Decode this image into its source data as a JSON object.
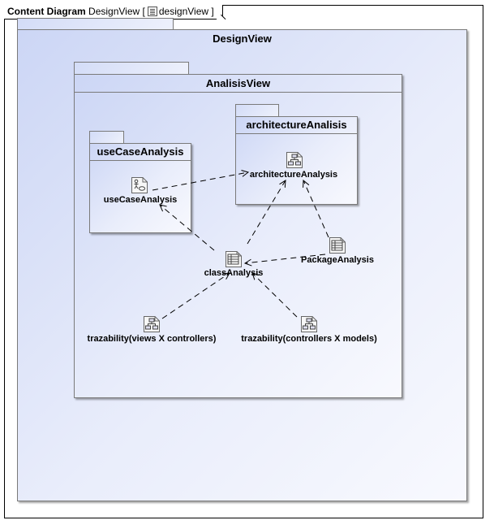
{
  "frame": {
    "kind": "Content Diagram",
    "name": "DesignView",
    "open_bracket": "[",
    "diagram_name": "designView",
    "close_bracket": "]"
  },
  "packages": {
    "design_view": "DesignView",
    "analisis_view": "AnalisisView",
    "use_case_analysis": "useCaseAnalysis",
    "architecture_analisis": "architectureAnalisis"
  },
  "nodes": {
    "use_case_analysis": {
      "label": "useCaseAnalysis",
      "icon": "use-case-diagram-icon"
    },
    "architecture_analysis": {
      "label": "architectureAnalysis",
      "icon": "class-diagram-icon"
    },
    "class_analysis": {
      "label": "classAnalysis",
      "icon": "table-icon"
    },
    "package_analysis": {
      "label": "PackageAnalysis",
      "icon": "table-icon"
    },
    "trazability_views": {
      "label": "trazability(views X controllers)",
      "icon": "class-diagram-icon"
    },
    "trazability_controllers": {
      "label": "trazability(controllers X models)",
      "icon": "class-diagram-icon"
    }
  },
  "colors": {
    "package_fill_top": "#ccd6f5",
    "package_fill_bottom": "#f8f9fe",
    "package_border": "#7a7a7a",
    "link": "#000000"
  },
  "links": [
    {
      "from": "useCaseAnalysis",
      "to": "architectureAnalysis",
      "style": "dashed-arrow"
    },
    {
      "from": "classAnalysis",
      "to": "useCaseAnalysis",
      "style": "dashed-arrow"
    },
    {
      "from": "classAnalysis",
      "to": "architectureAnalysis",
      "style": "dashed-arrow"
    },
    {
      "from": "PackageAnalysis",
      "to": "architectureAnalysis",
      "style": "dashed-arrow"
    },
    {
      "from": "PackageAnalysis",
      "to": "classAnalysis",
      "style": "dashed-arrow"
    },
    {
      "from": "trazability(views X controllers)",
      "to": "classAnalysis",
      "style": "dashed-arrow"
    },
    {
      "from": "trazability(controllers X models)",
      "to": "classAnalysis",
      "style": "dashed-arrow"
    }
  ]
}
